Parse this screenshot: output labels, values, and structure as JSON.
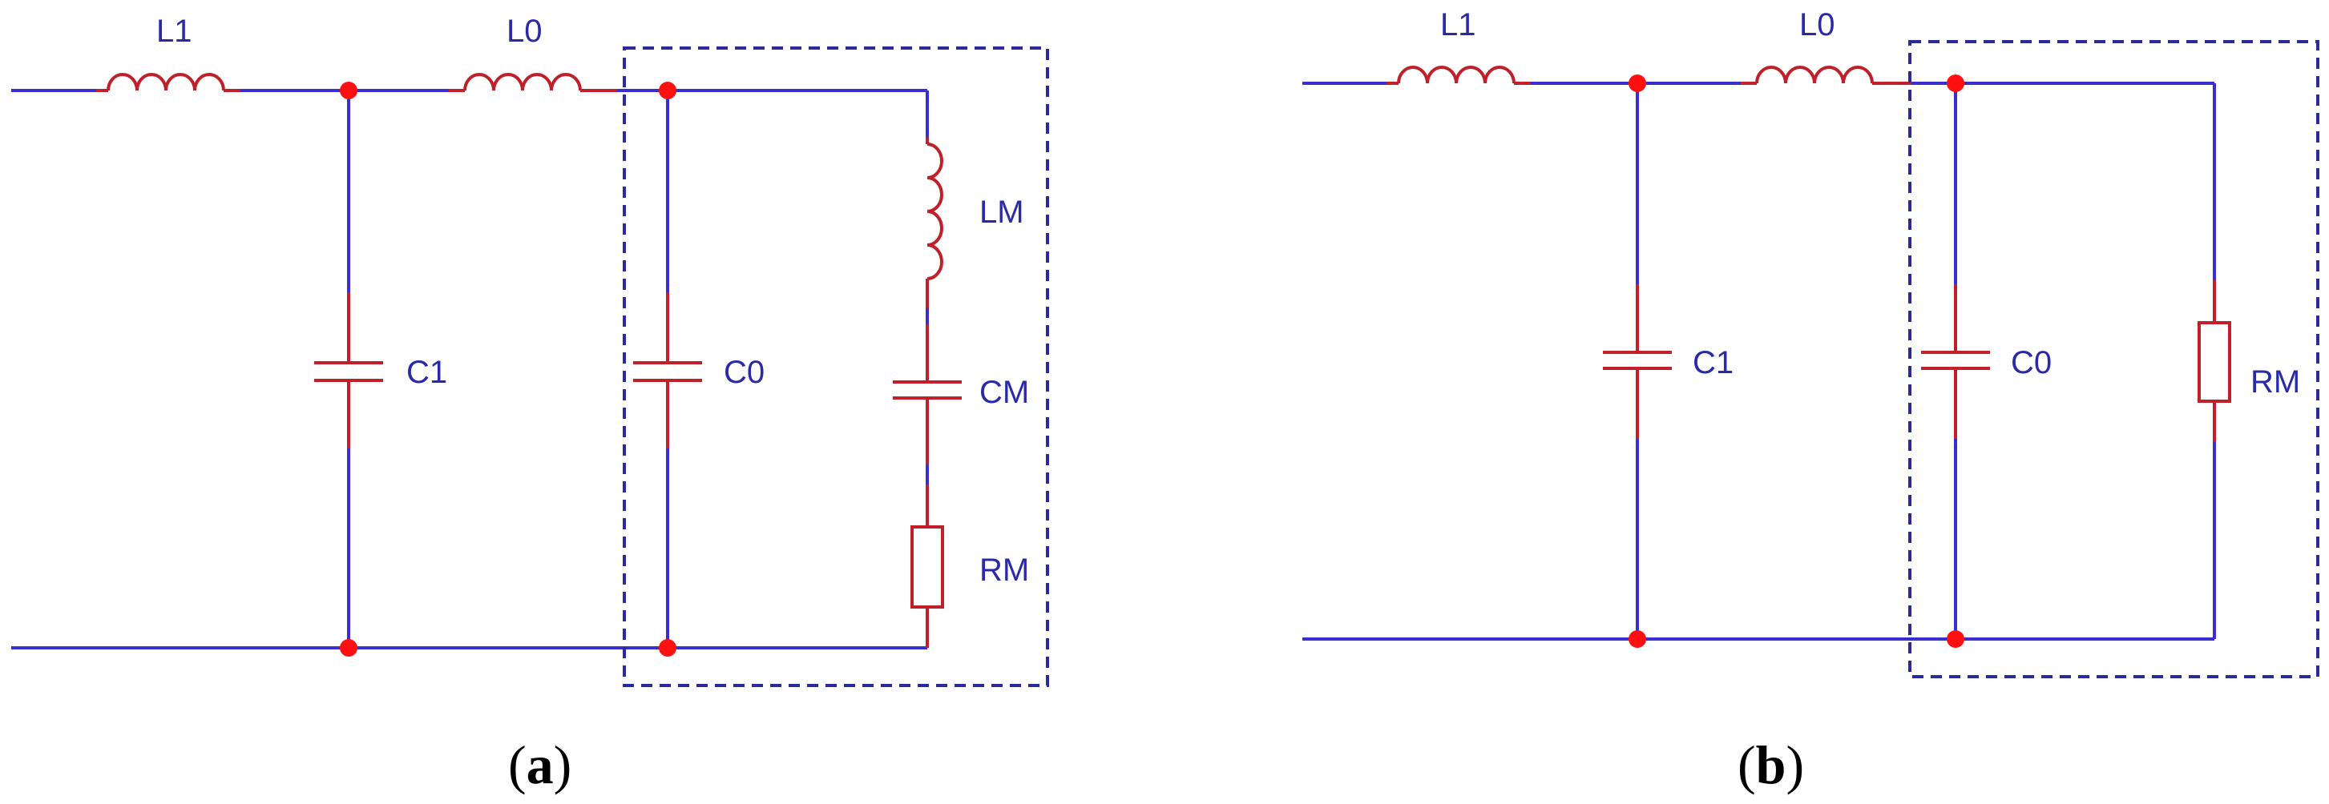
{
  "panel_a": {
    "caption_open": "(",
    "caption_letter": "a",
    "caption_close": ")",
    "labels": {
      "l1": "L1",
      "l0": "L0",
      "c1": "C1",
      "c0": "C0",
      "lm": "LM",
      "cm": "CM",
      "rm": "RM"
    }
  },
  "panel_b": {
    "caption_open": "(",
    "caption_letter": "b",
    "caption_close": ")",
    "labels": {
      "l1": "L1",
      "l0": "L0",
      "c1": "C1",
      "c0": "C0",
      "rm": "RM"
    }
  },
  "colors": {
    "wire": "#3a2ed0",
    "component": "#c0202a",
    "node": "#ff1010",
    "dashed_box": "#2a2a9a"
  }
}
